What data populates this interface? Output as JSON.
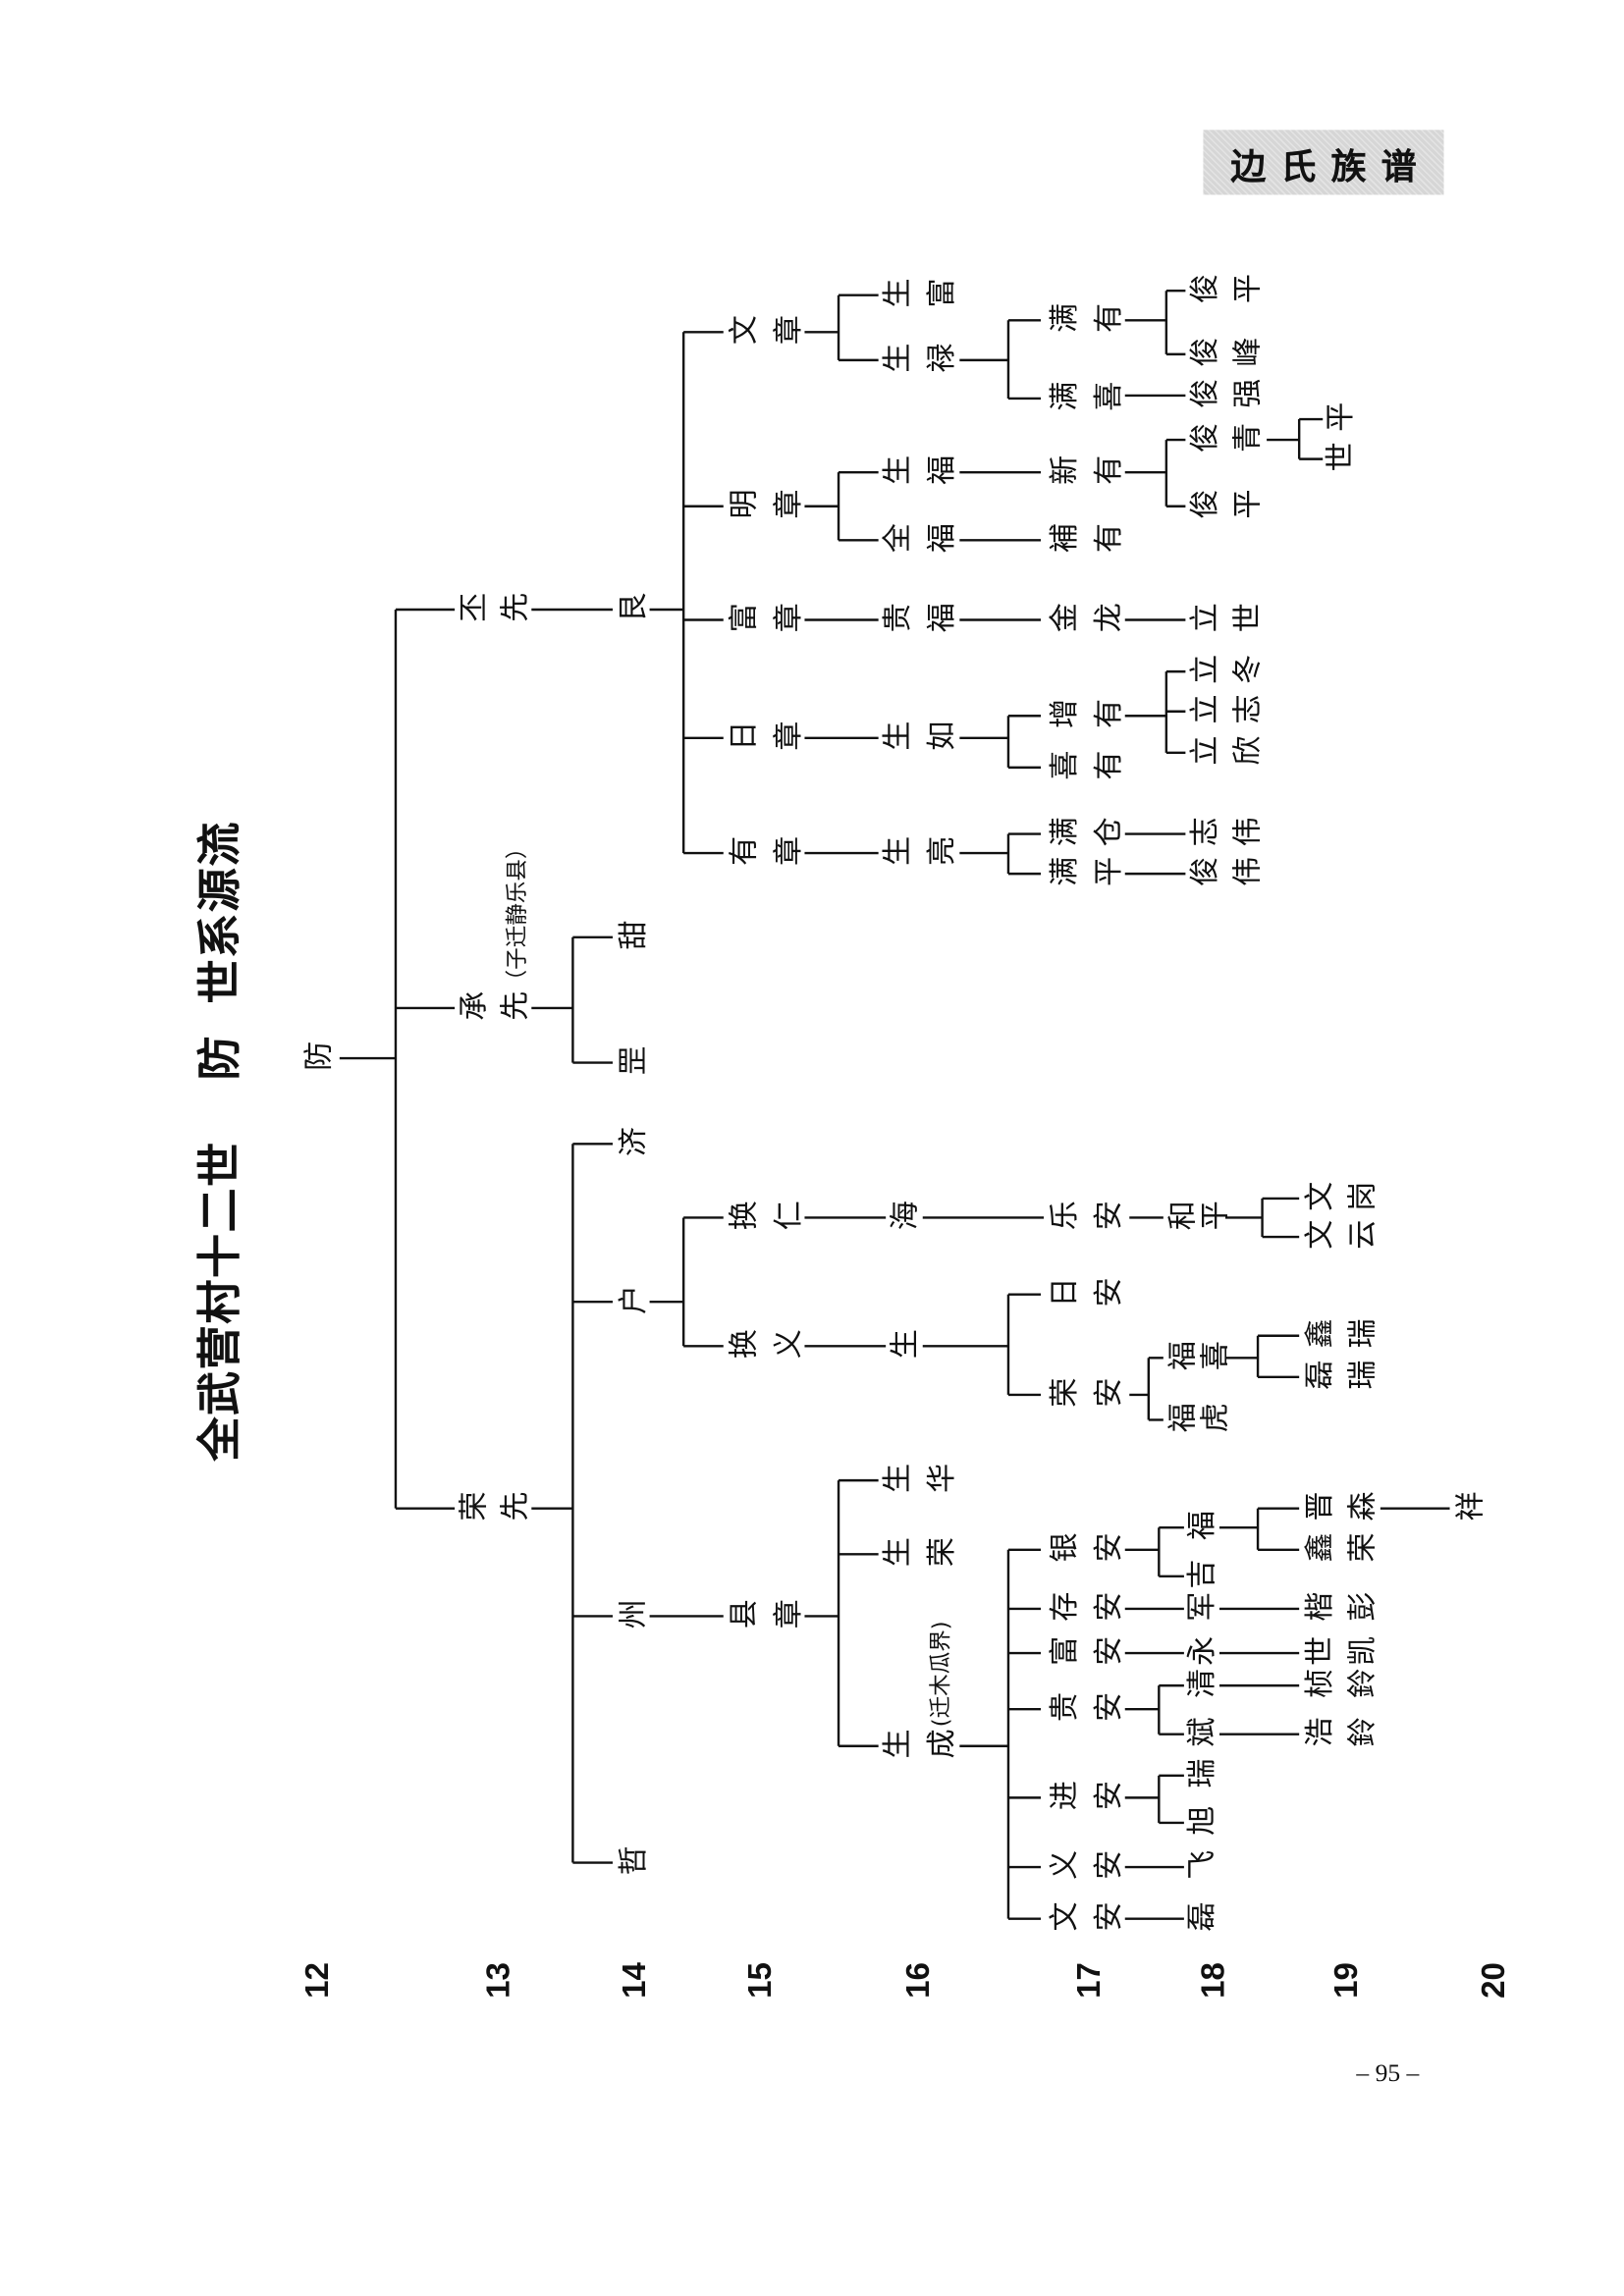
{
  "header": {
    "title": "边氏族谱"
  },
  "title": {
    "main": "全武营村十二世",
    "ancestor": "防",
    "suffix": "世系源流"
  },
  "generations": [
    "12",
    "13",
    "14",
    "15",
    "16",
    "17",
    "18",
    "19",
    "20"
  ],
  "nodes": [
    {
      "name": "防"
    },
    {
      "name": "丕先"
    },
    {
      "name": "承先",
      "note": "（子迁静乐县）"
    },
    {
      "name": "荣先"
    },
    {
      "name": "艮"
    },
    {
      "name": "甜"
    },
    {
      "name": "罡"
    },
    {
      "name": "济"
    },
    {
      "name": "户"
    },
    {
      "name": "州"
    },
    {
      "name": "哲"
    },
    {
      "name": "文章"
    },
    {
      "name": "明章"
    },
    {
      "name": "富章"
    },
    {
      "name": "日章"
    },
    {
      "name": "有章"
    },
    {
      "name": "换仁"
    },
    {
      "name": "换义"
    },
    {
      "name": "县章"
    },
    {
      "name": "生富"
    },
    {
      "name": "生禄"
    },
    {
      "name": "生福"
    },
    {
      "name": "全福"
    },
    {
      "name": "贵福"
    },
    {
      "name": "生如"
    },
    {
      "name": "生亮"
    },
    {
      "name": "海"
    },
    {
      "name": "生"
    },
    {
      "name": "生华"
    },
    {
      "name": "生荣"
    },
    {
      "name": "生成",
      "note": "(迁木瓜界)"
    },
    {
      "name": "满有"
    },
    {
      "name": "满喜"
    },
    {
      "name": "新有"
    },
    {
      "name": "補有"
    },
    {
      "name": "金龙"
    },
    {
      "name": "增有"
    },
    {
      "name": "喜有"
    },
    {
      "name": "满仓"
    },
    {
      "name": "满平"
    },
    {
      "name": "乐安"
    },
    {
      "name": "日安"
    },
    {
      "name": "荣安"
    },
    {
      "name": "银安"
    },
    {
      "name": "存安"
    },
    {
      "name": "富安"
    },
    {
      "name": "贵安"
    },
    {
      "name": "进安"
    },
    {
      "name": "义安"
    },
    {
      "name": "文安"
    },
    {
      "name": "俊平"
    },
    {
      "name": "俊峰"
    },
    {
      "name": "俊强"
    },
    {
      "name": "俊青"
    },
    {
      "name": "俊平"
    },
    {
      "name": "立世"
    },
    {
      "name": "立冬"
    },
    {
      "name": "立志"
    },
    {
      "name": "立欣"
    },
    {
      "name": "志伟"
    },
    {
      "name": "俊伟"
    },
    {
      "name": "和平"
    },
    {
      "name": "福喜"
    },
    {
      "name": "福虎"
    },
    {
      "name": "福"
    },
    {
      "name": "吉"
    },
    {
      "name": "军"
    },
    {
      "name": "永"
    },
    {
      "name": "清"
    },
    {
      "name": "斌"
    },
    {
      "name": "瑞"
    },
    {
      "name": "旭"
    },
    {
      "name": "飞"
    },
    {
      "name": "磊"
    },
    {
      "name": "平"
    },
    {
      "name": "世"
    },
    {
      "name": "文岗"
    },
    {
      "name": "文云"
    },
    {
      "name": "鑫瑞"
    },
    {
      "name": "磊瑞"
    },
    {
      "name": "晋森"
    },
    {
      "name": "鑫荣"
    },
    {
      "name": "楷彭"
    },
    {
      "name": "世凯"
    },
    {
      "name": "桢鈴"
    },
    {
      "name": "浩鈴"
    },
    {
      "name": "祥"
    }
  ],
  "page_number": "– 95 –"
}
